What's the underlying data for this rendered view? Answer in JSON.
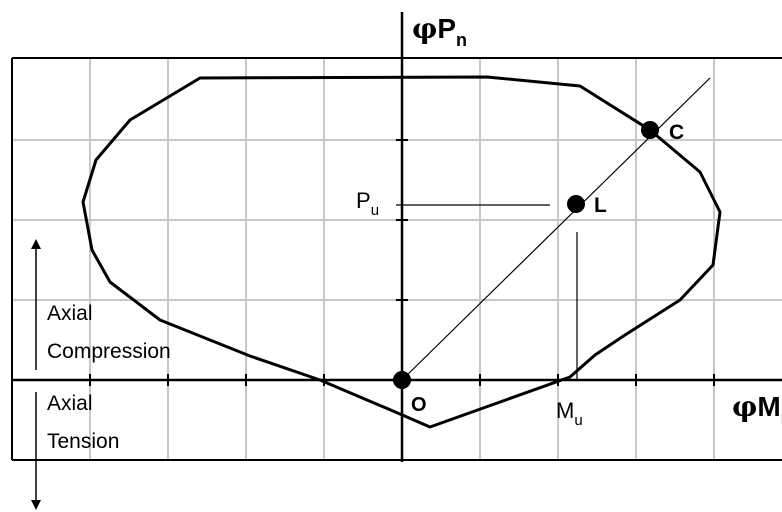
{
  "axes": {
    "vertical_label": {
      "symbol": "φ",
      "main": "P",
      "sub": "n"
    },
    "horizontal_label": {
      "symbol": "φ",
      "main": "M",
      "sub": "n"
    }
  },
  "points": {
    "origin": "O",
    "load": "L",
    "capacity": "C"
  },
  "load_labels": {
    "axial_load": {
      "main": "P",
      "sub": "u"
    },
    "moment": {
      "main": "M",
      "sub": "u"
    }
  },
  "direction_labels": {
    "compression_line1": "Axial",
    "compression_line2": "Compression",
    "tension_line1": "Axial",
    "tension_line2": "Tension"
  },
  "colors": {
    "grid": "#c8c8c8",
    "curve": "#000000",
    "frame": "#000000"
  }
}
